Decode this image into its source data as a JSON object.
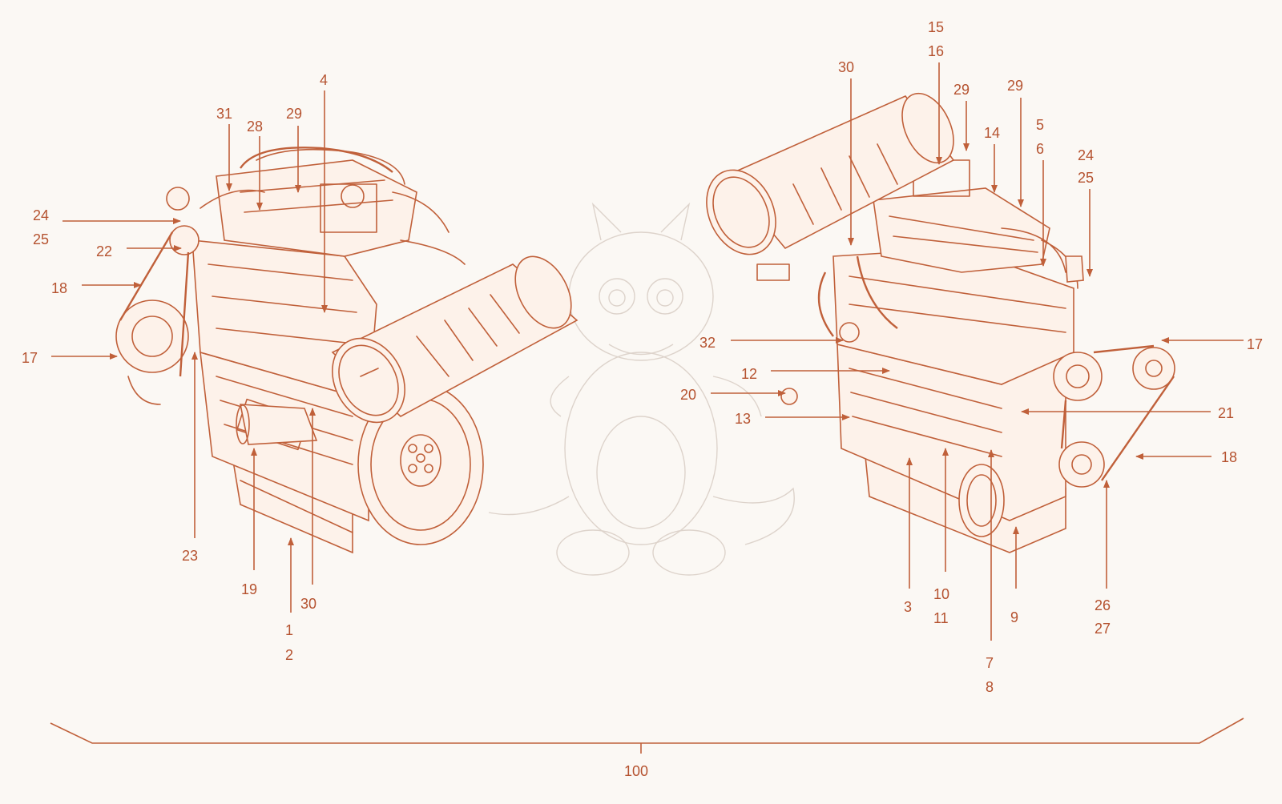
{
  "colors": {
    "background": "#fbf8f4",
    "line": "#c0603a",
    "label": "#b5522f",
    "watermark": "#ddd3cb"
  },
  "watermark": {
    "icon": "baby-dragon-illustration"
  },
  "left_engine": {
    "icon": "diesel-engine-front-view",
    "callouts": [
      {
        "id": "l-24",
        "label": "24"
      },
      {
        "id": "l-25",
        "label": "25"
      },
      {
        "id": "l-22",
        "label": "22"
      },
      {
        "id": "l-18",
        "label": "18"
      },
      {
        "id": "l-17",
        "label": "17"
      },
      {
        "id": "l-31",
        "label": "31"
      },
      {
        "id": "l-28",
        "label": "28"
      },
      {
        "id": "l-29",
        "label": "29"
      },
      {
        "id": "l-4",
        "label": "4"
      },
      {
        "id": "l-23",
        "label": "23"
      },
      {
        "id": "l-19",
        "label": "19"
      },
      {
        "id": "l-30",
        "label": "30"
      },
      {
        "id": "l-1",
        "label": "1"
      },
      {
        "id": "l-2",
        "label": "2"
      }
    ]
  },
  "right_engine": {
    "icon": "diesel-engine-rear-view",
    "callouts": [
      {
        "id": "r-15",
        "label": "15"
      },
      {
        "id": "r-16",
        "label": "16"
      },
      {
        "id": "r-30",
        "label": "30"
      },
      {
        "id": "r-29a",
        "label": "29"
      },
      {
        "id": "r-29b",
        "label": "29"
      },
      {
        "id": "r-14",
        "label": "14"
      },
      {
        "id": "r-5",
        "label": "5"
      },
      {
        "id": "r-6",
        "label": "6"
      },
      {
        "id": "r-24",
        "label": "24"
      },
      {
        "id": "r-25",
        "label": "25"
      },
      {
        "id": "r-17",
        "label": "17"
      },
      {
        "id": "r-32",
        "label": "32"
      },
      {
        "id": "r-12",
        "label": "12"
      },
      {
        "id": "r-20",
        "label": "20"
      },
      {
        "id": "r-13",
        "label": "13"
      },
      {
        "id": "r-21",
        "label": "21"
      },
      {
        "id": "r-18",
        "label": "18"
      },
      {
        "id": "r-3",
        "label": "3"
      },
      {
        "id": "r-10",
        "label": "10"
      },
      {
        "id": "r-11",
        "label": "11"
      },
      {
        "id": "r-9",
        "label": "9"
      },
      {
        "id": "r-7",
        "label": "7"
      },
      {
        "id": "r-8",
        "label": "8"
      },
      {
        "id": "r-26",
        "label": "26"
      },
      {
        "id": "r-27",
        "label": "27"
      }
    ]
  },
  "dimension": {
    "label": "100"
  }
}
